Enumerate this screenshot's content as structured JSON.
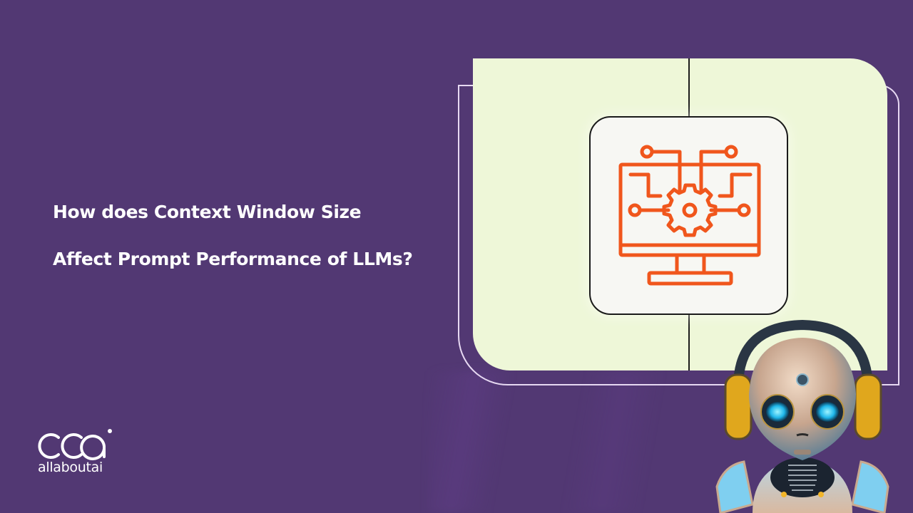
{
  "slide": {
    "title_lines": [
      "How does Context Window Size",
      "Affect Prompt Performance of LLMs?"
    ]
  },
  "brand": {
    "logo_mark": "aai",
    "logo_word": "allaboutai"
  },
  "illustration": {
    "icon": "monitor-gear-circuit-icon",
    "mascot": "robot-with-headphones"
  },
  "colors": {
    "background": "#523873",
    "panel": "#eef7d8",
    "card": "#f7f7f3",
    "icon_accent": "#f0561c",
    "outline": "#e7d9f2",
    "text": "#ffffff"
  }
}
